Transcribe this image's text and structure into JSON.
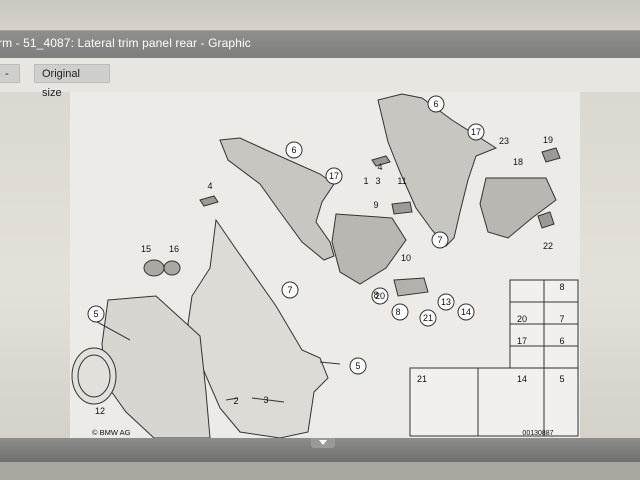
{
  "window": {
    "title": "rm - 51_4087: Lateral trim panel rear - Graphic"
  },
  "toolbar": {
    "zoom_out_label": "-",
    "original_size_label": "Original size"
  },
  "diagram": {
    "callouts": [
      "6",
      "17",
      "23",
      "19",
      "18",
      "4",
      "1",
      "3",
      "11",
      "9",
      "15",
      "16",
      "7",
      "22",
      "10",
      "5",
      "8",
      "20",
      "13",
      "21",
      "14",
      "2",
      "12"
    ],
    "legend_numbers": [
      "8",
      "20",
      "7",
      "17",
      "6",
      "21",
      "14",
      "5"
    ],
    "copyright": "© BMW AG",
    "drawing_id": "00130887"
  }
}
